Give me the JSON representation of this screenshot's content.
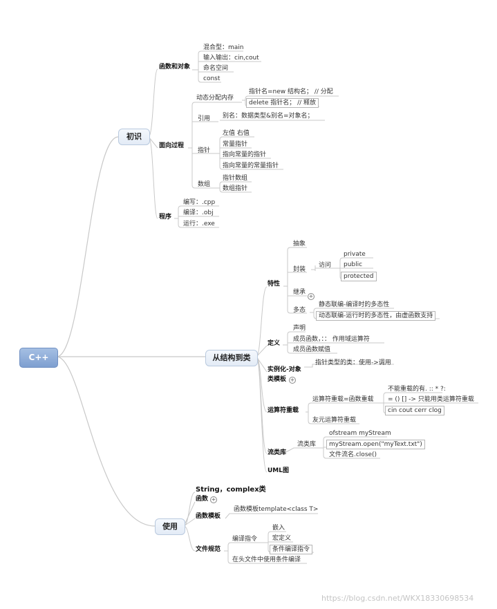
{
  "root": "C++",
  "branches": {
    "chushi": "初识",
    "cong": "从结构到类",
    "shiyong": "使用"
  },
  "chushi": {
    "hanshu": {
      "label": "函数和对象",
      "items": [
        "混合型：main",
        "输入输出：cin,cout",
        "命名空间",
        "const"
      ]
    },
    "mianxiang": {
      "label": "面向过程",
      "dongtai": {
        "label": "动态分配内存",
        "items": [
          "指针名=new 结构名； // 分配",
          "delete 指针名； // 释放"
        ]
      },
      "yinyong": {
        "label": "引用",
        "items": [
          "别名：数据类型&别名=对象名；"
        ]
      },
      "zhizhen": {
        "label": "指针",
        "items": [
          "左值 右值",
          "常量指针",
          "指向常量的指针",
          "指向常量的常量指针"
        ]
      },
      "shuzu": {
        "label": "数组",
        "items": [
          "指针数组",
          "数组指针"
        ]
      }
    },
    "chengxu": {
      "label": "程序",
      "items": [
        "编写：.cpp",
        "编译：.obj",
        "运行：.exe"
      ]
    }
  },
  "cong": {
    "texing": {
      "label": "特性",
      "chouxiang": "抽象",
      "fengzhuang": {
        "label": "封装",
        "fangwen": "访问",
        "items": [
          "private",
          "public",
          "protected"
        ]
      },
      "jicheng": "继承",
      "duotai": {
        "label": "多态",
        "items": [
          "静态联编-编译时的多态性",
          "动态联编-运行时的多态性，由虚函数支持"
        ]
      }
    },
    "dingyi": {
      "label": "定义",
      "items": [
        "声明",
        "成员函数，：： 作用域运算符",
        "成员函数赋值"
      ]
    },
    "shili": {
      "label": "实例化-对象",
      "item": "指针类型的类：使用->调用"
    },
    "leimuban": "类模板",
    "yunsuanfu": {
      "label": "运算符重载",
      "chongzai": {
        "label": "运算符重载=函数重载",
        "items": [
          "不能重载的有. :: * ?:",
          "= () [] -> 只能用类运算符重载",
          "cin cout cerr clog"
        ]
      },
      "youyuan": "友元运算符重载"
    },
    "liuleiku": {
      "label": "流类库",
      "sub": "流类库",
      "items": [
        "ofstream myStream",
        "myStream.open(\"myText.txt\")",
        "文件流名.close()"
      ]
    },
    "uml": "UML图"
  },
  "shiyong": {
    "string": "String，complex类",
    "hanshu": "函数",
    "mubanl": {
      "label": "函数模板",
      "item": "函数模板template<class T>"
    },
    "wenjian": {
      "label": "文件规范",
      "bianyi": {
        "label": "编译指令",
        "items": [
          "嵌入",
          "宏定义",
          "条件编译指令"
        ]
      },
      "toufile": "在头文件中使用条件编译"
    }
  },
  "watermark": "https://blog.csdn.net/WKX18330698534",
  "colors": {
    "root_fill": "#8aa8d8",
    "branch_fill": "#e8eef7",
    "line": "#c8c8c8"
  }
}
